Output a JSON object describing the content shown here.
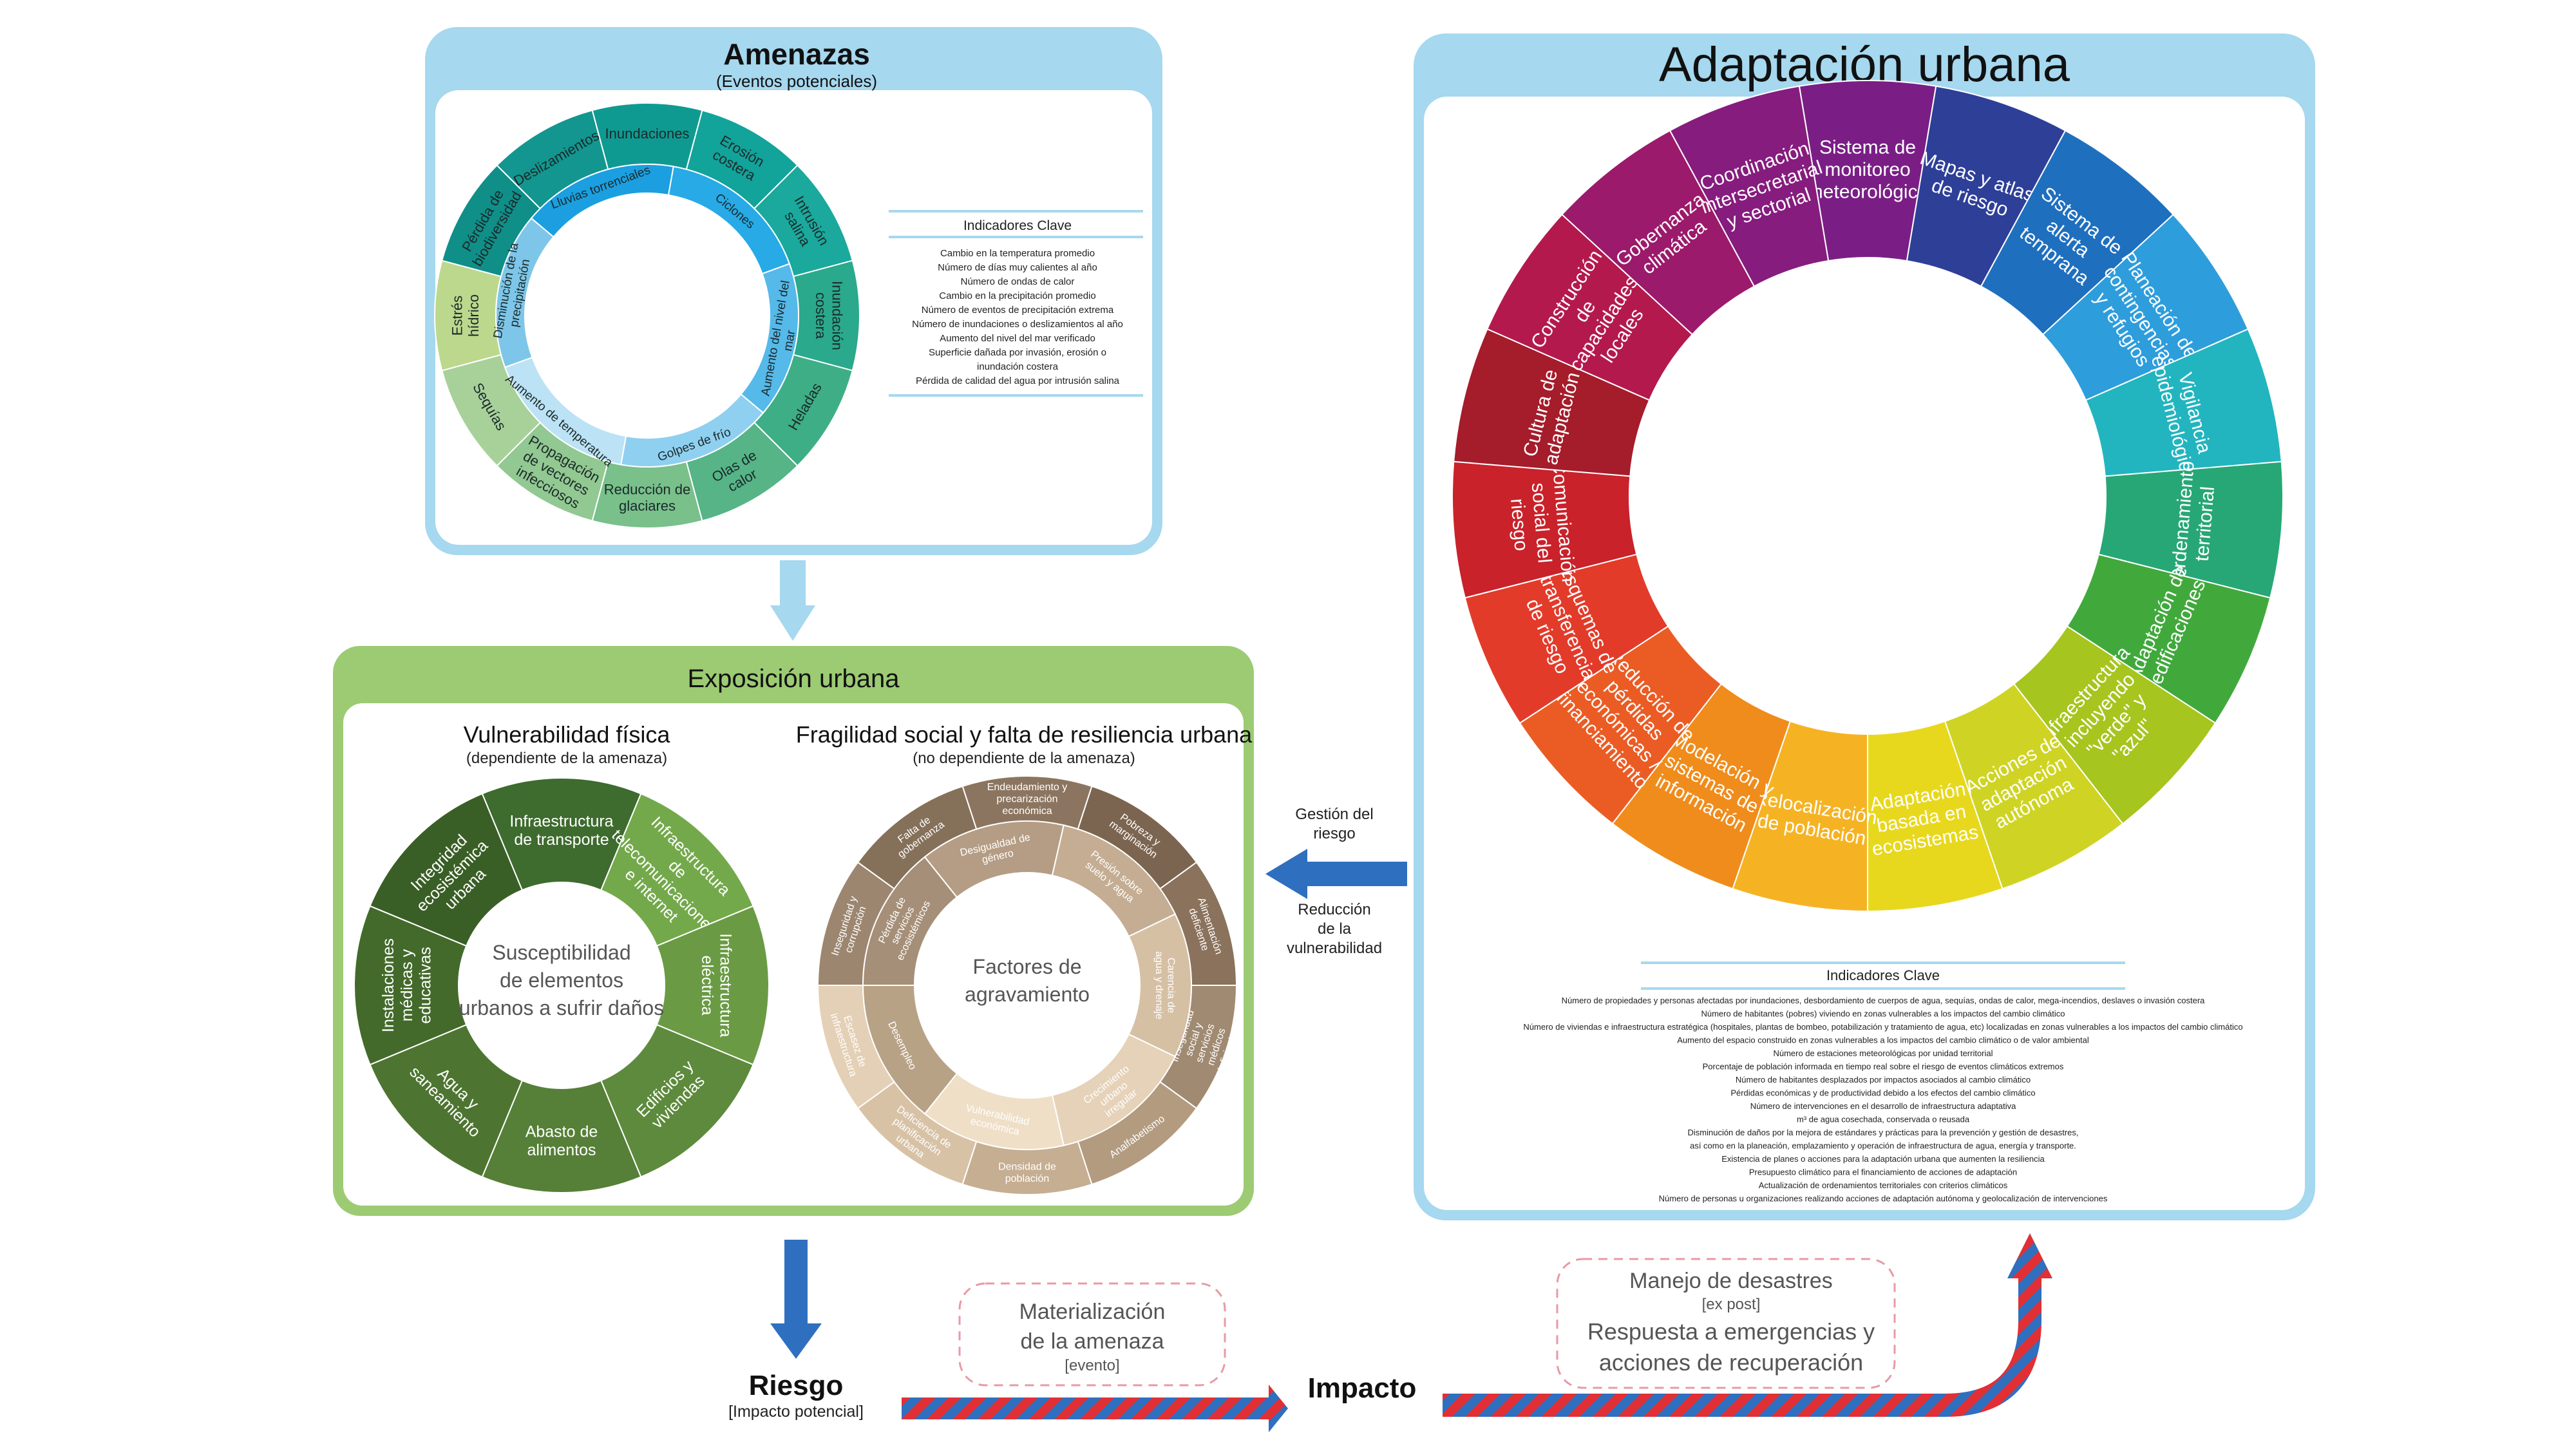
{
  "amenazas": {
    "title": "Amenazas",
    "subtitle": "(Eventos potenciales)",
    "outer_ring": [
      "Inundaciones",
      "Erosión costera",
      "Intrusión salina",
      "Inundación costera",
      "Heladas",
      "Olas de calor",
      "Reducción de glaciares",
      "Propagación de vectores infecciosos",
      "Sequías",
      "Estrés hídrico",
      "Pérdida de biodiversidad",
      "Deslizamientos"
    ],
    "inner_ring": [
      "Lluvias torrenciales",
      "Ciclones",
      "Aumento del nivel del mar",
      "Golpes de frío",
      "Aumento de temperatura",
      "Disminución de la precipitación"
    ],
    "indicators_title": "Indicadores Clave",
    "indicators": [
      "Cambio en la temperatura promedio",
      "Número de días muy calientes al año",
      "Número de ondas de calor",
      "Cambio en la precipitación promedio",
      "Número de eventos de precipitación extrema",
      "Número de inundaciones o deslizamientos al año",
      "Aumento del nivel del mar verificado",
      "Superficie dañada por invasión, erosión o",
      "inundación costera",
      "Pérdida de calidad del agua por intrusión salina"
    ],
    "colors": {
      "header": "#a6d8ef",
      "border": "#a6d8ef"
    }
  },
  "exposicion": {
    "title": "Exposición urbana",
    "vulnerabilidad": {
      "title": "Vulnerabilidad física",
      "subtitle": "(dependiente de la amenaza)",
      "center": [
        "Susceptibilidad",
        "de elementos",
        "urbanos a sufrir daños"
      ],
      "segments": [
        "Infraestructura de transporte",
        "Infraestructura de telecomunicaciones e internet",
        "Infraestructura eléctrica",
        "Edificios y viviendas",
        "Abasto de alimentos",
        "Agua y saneamiento",
        "Instalaciones médicas y educativas",
        "Integridad ecosistémica urbana"
      ]
    },
    "fragilidad": {
      "title": "Fragilidad social y falta de resiliencia urbana",
      "subtitle": "(no dependiente de la amenaza)",
      "center": [
        "Factores de",
        "agravamiento"
      ],
      "outer": [
        "Endeudamiento y precarización económica",
        "Pobreza y marginación",
        "Alimentación deficiente",
        "Inseguridad social y servicios médicos deficientes",
        "Analfabetismo",
        "Densidad de población",
        "Deficiencia de planificación urbana",
        "Escasez de infraestructura",
        "Inseguridad y corrupción",
        "Falta de gobernanza"
      ],
      "inner": [
        "Pérdida de servicios ecosistémicos",
        "Desigualdad de género",
        "Presión sobre suelo y agua",
        "Carencia de agua y drenaje",
        "Crecimiento urbano irregular",
        "Vulnerabilidad económica",
        "Desempleo"
      ]
    },
    "colors": {
      "header": "#9ccb73",
      "border": "#9ccb73"
    }
  },
  "adaptacion": {
    "title": "Adaptación urbana",
    "segments": [
      "Sistema de monitoreo meteorológico",
      "Mapas y atlas de riesgo",
      "Sistema de alerta temprana",
      "Planeación de contingencias y refugios",
      "Vigilancia epidemiológica",
      "Ordenamiento territorial",
      "Adaptación de edificaciones",
      "Infraestructura incluyendo \"verde\" y \"azul\"",
      "Acciones de adaptación autónoma",
      "Adaptación basada en ecosistemas",
      "Relocalización de población",
      "Modelación y sistemas de información",
      "Reducción de pérdidas económicas / financiamiento",
      "Esquemas de transferencia de riesgo",
      "Comunicación social del riesgo",
      "Cultura de adaptación",
      "Construcción de capacidades locales",
      "Gobernanza climática",
      "Coordinación intersecretarial y sectorial"
    ],
    "indicators_title": "Indicadores Clave",
    "indicators": [
      "Número de propiedades  y personas afectadas por inundaciones, desbordamiento de cuerpos de agua, sequías, ondas de calor, mega-incendios, deslaves o invasión costera",
      "Número de  habitantes (pobres) viviendo en zonas vulnerables a los impactos del cambio climático",
      "Número de viviendas e infraestructura estratégica (hospitales, plantas de bombeo, potabilización y tratamiento de agua, etc) localizadas en zonas vulnerables a los impactos del cambio climático",
      "Aumento del espacio construido en zonas vulnerables a los impactos del cambio climático o de valor ambiental",
      "Número de estaciones meteorológicas por unidad territorial",
      "Porcentaje de población informada en tiempo real sobre el riesgo de eventos climáticos extremos",
      "Número  de habitantes desplazados por impactos asociados al cambio climático",
      "Pérdidas económicas y de productividad debido a los efectos del cambio climático",
      "Número  de intervenciones en el desarrollo de infraestructura adaptativa",
      "m³  de agua cosechada, conservada o reusada",
      "Disminución de daños por la mejora de estándares y prácticas para la prevención y gestión de desastres,",
      "así como en la planeación, emplazamiento y operación de infraestructura de agua, energía y transporte.",
      "Existencia de planes o acciones para la adaptación urbana que aumenten la resiliencia",
      "Presupuesto climático para el financiamiento de acciones de adaptación",
      "Actualización de ordenamientos territoriales con criterios climáticos",
      "Número  de personas u organizaciones realizando acciones de adaptación autónoma y geolocalización de intervenciones"
    ],
    "colors": {
      "header": "#a6d8ef",
      "border": "#a6d8ef"
    }
  },
  "flow": {
    "gestion": [
      "Gestión del",
      "riesgo"
    ],
    "reduccion": [
      "Reducción",
      "de la",
      "vulnerabilidad"
    ],
    "riesgo_title": "Riesgo",
    "riesgo_sub": "[Impacto potencial]",
    "materializacion": [
      "Materialización",
      "de la amenaza"
    ],
    "materializacion_sub": "[evento]",
    "impacto": "Impacto",
    "manejo": "Manejo de desastres",
    "manejo_sub": "[ex post]",
    "respuesta": [
      "Respuesta a emergencias y",
      "acciones de recuperación"
    ]
  }
}
